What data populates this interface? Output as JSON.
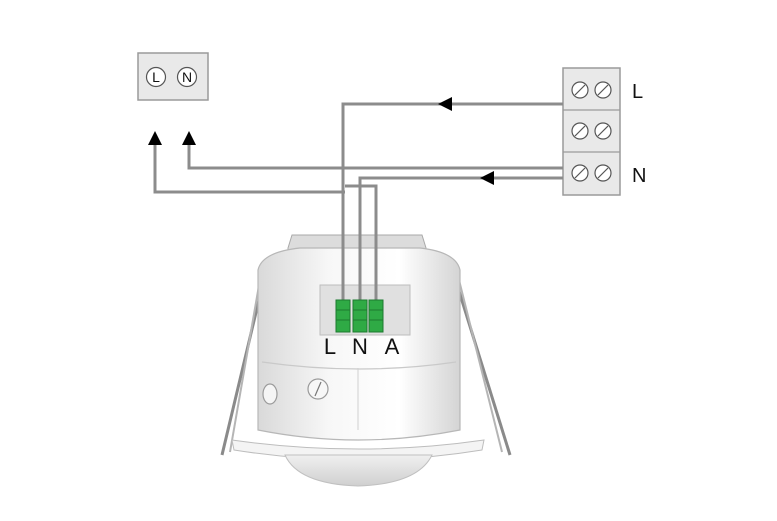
{
  "load_box": {
    "terminals": [
      "L",
      "N"
    ]
  },
  "supply_block": {
    "labels": {
      "top": "L",
      "bottom": "N"
    }
  },
  "sensor": {
    "terminals": [
      "L",
      "N",
      "A"
    ],
    "terminal_color": "#2faa45"
  },
  "colors": {
    "wire": "#8c8c8c",
    "box_fill": "#e9e9e9",
    "box_stroke": "#9a9a9a",
    "arrow": "#000000",
    "sensor_body": "#f2f2f2"
  }
}
